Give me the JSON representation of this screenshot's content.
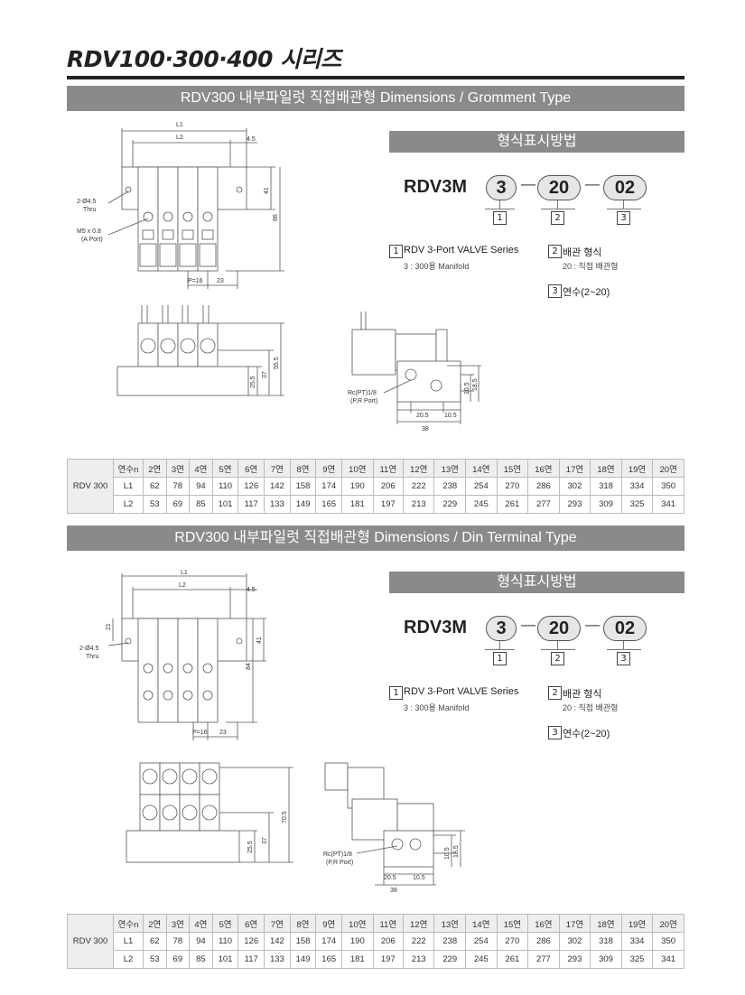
{
  "title": "RDV100·300·400 시리즈",
  "sections": [
    {
      "banner": "RDV300 내부파일럿 직접배관형 Dimensions /   Gromment Type",
      "code_header": "형식표시방법",
      "model": "RDV3M",
      "codes": [
        "3",
        "20",
        "02"
      ],
      "code_nums": [
        "1",
        "2",
        "3"
      ],
      "desc1_title": "RDV 3-Port VALVE Series",
      "desc1_sub": "3 : 300용 Manifold",
      "desc2_title": "배관 형식",
      "desc2_sub": "20 : 직접 배관형",
      "desc3_title": "연수(2~20)",
      "dims": {
        "L1": "L1",
        "L2": "L2",
        "d45": "4.5",
        "hole": "2-Ø4.5",
        "thru": "Thru",
        "m5": "M5 x 0.8",
        "aport": "(A Port)",
        "p16": "P=16",
        "d23": "23",
        "d41": "41",
        "d86": "86",
        "d255": "25.5",
        "d37": "37",
        "d555": "55.5",
        "rc": "Rc(PT)1/8",
        "pr": "(P,R Port)",
        "d205": "20.5",
        "d105": "10.5",
        "d38": "38",
        "d185": "18.5"
      }
    },
    {
      "banner": "RDV300 내부파일럿 직접배관형 Dimensions  / Din Terminal Type",
      "code_header": "형식표시방법",
      "model": "RDV3M",
      "codes": [
        "3",
        "20",
        "02"
      ],
      "code_nums": [
        "1",
        "2",
        "3"
      ],
      "desc1_title": "RDV 3-Port VALVE Series",
      "desc1_sub": "3 : 300용 Manifold",
      "desc2_title": "배관 형식",
      "desc2_sub": "20 : 직접 배관형",
      "desc3_title": "연수(2~20)",
      "dims": {
        "L1": "L1",
        "L2": "L2",
        "d45": "4.5",
        "d21": "21",
        "hole": "2-Ø4.5",
        "thru": "Thru",
        "p16": "P=16",
        "d23": "23",
        "d41": "41",
        "d84": "84",
        "d255": "25.5",
        "d37": "37",
        "d705": "70.5",
        "rc": "Rc(PT)1/8",
        "pr": "(P,R Port)",
        "d205": "20.5",
        "d105": "10.5",
        "d38": "38",
        "d185": "18.5"
      }
    }
  ],
  "table": {
    "model": "RDV 300",
    "header_label": "연수n",
    "columns": [
      "2연",
      "3연",
      "4연",
      "5연",
      "6연",
      "7연",
      "8연",
      "9연",
      "10연",
      "11연",
      "12연",
      "13연",
      "14연",
      "15연",
      "16연",
      "17연",
      "18연",
      "19연",
      "20연"
    ],
    "rows": [
      {
        "label": "L1",
        "values": [
          "62",
          "78",
          "94",
          "110",
          "126",
          "142",
          "158",
          "174",
          "190",
          "206",
          "222",
          "238",
          "254",
          "270",
          "286",
          "302",
          "318",
          "334",
          "350"
        ]
      },
      {
        "label": "L2",
        "values": [
          "53",
          "69",
          "85",
          "101",
          "117",
          "133",
          "149",
          "165",
          "181",
          "197",
          "213",
          "229",
          "245",
          "261",
          "277",
          "293",
          "309",
          "325",
          "341"
        ]
      }
    ]
  },
  "colors": {
    "banner": "#8a8a8a",
    "pill": "#e6e6e6",
    "rule": "#222222"
  }
}
